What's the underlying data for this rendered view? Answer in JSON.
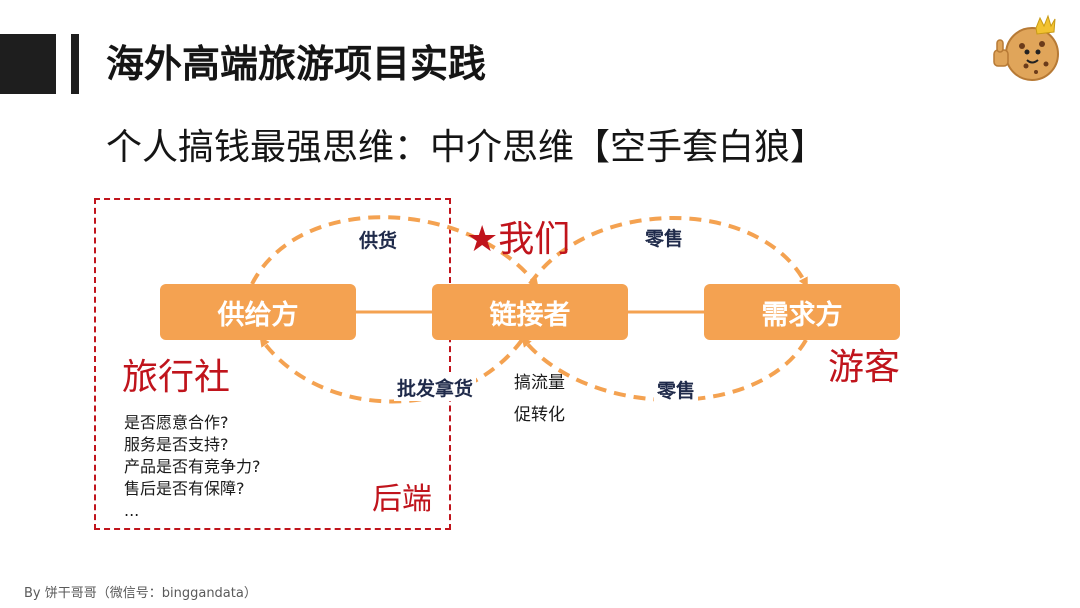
{
  "header": {
    "title": "海外高端旅游项目实践",
    "subtitle": "个人搞钱最强思维：中介思维【空手套白狼】"
  },
  "diagram": {
    "nodes": {
      "supplier": "供给方",
      "linker": "链接者",
      "demand": "需求方"
    },
    "flows": {
      "supply": "供货",
      "retail_top": "零售",
      "retail_bottom": "零售",
      "wholesale": "批发拿货"
    },
    "we": "★我们",
    "agency": "旅行社",
    "tourist": "游客",
    "backend": "后端",
    "linker_notes": [
      "搞流量",
      "促转化"
    ],
    "agency_questions": [
      "是否愿意合作?",
      "服务是否支持?",
      "产品是否有竞争力?",
      "售后是否有保障?",
      "..."
    ]
  },
  "colors": {
    "node_fill": "#f4a251",
    "arrow": "#f4a251",
    "accent_red": "#c0141c",
    "label_navy": "#1f2a4a"
  },
  "footer": {
    "credit": "By  饼干哥哥（微信号：binggandata）"
  }
}
